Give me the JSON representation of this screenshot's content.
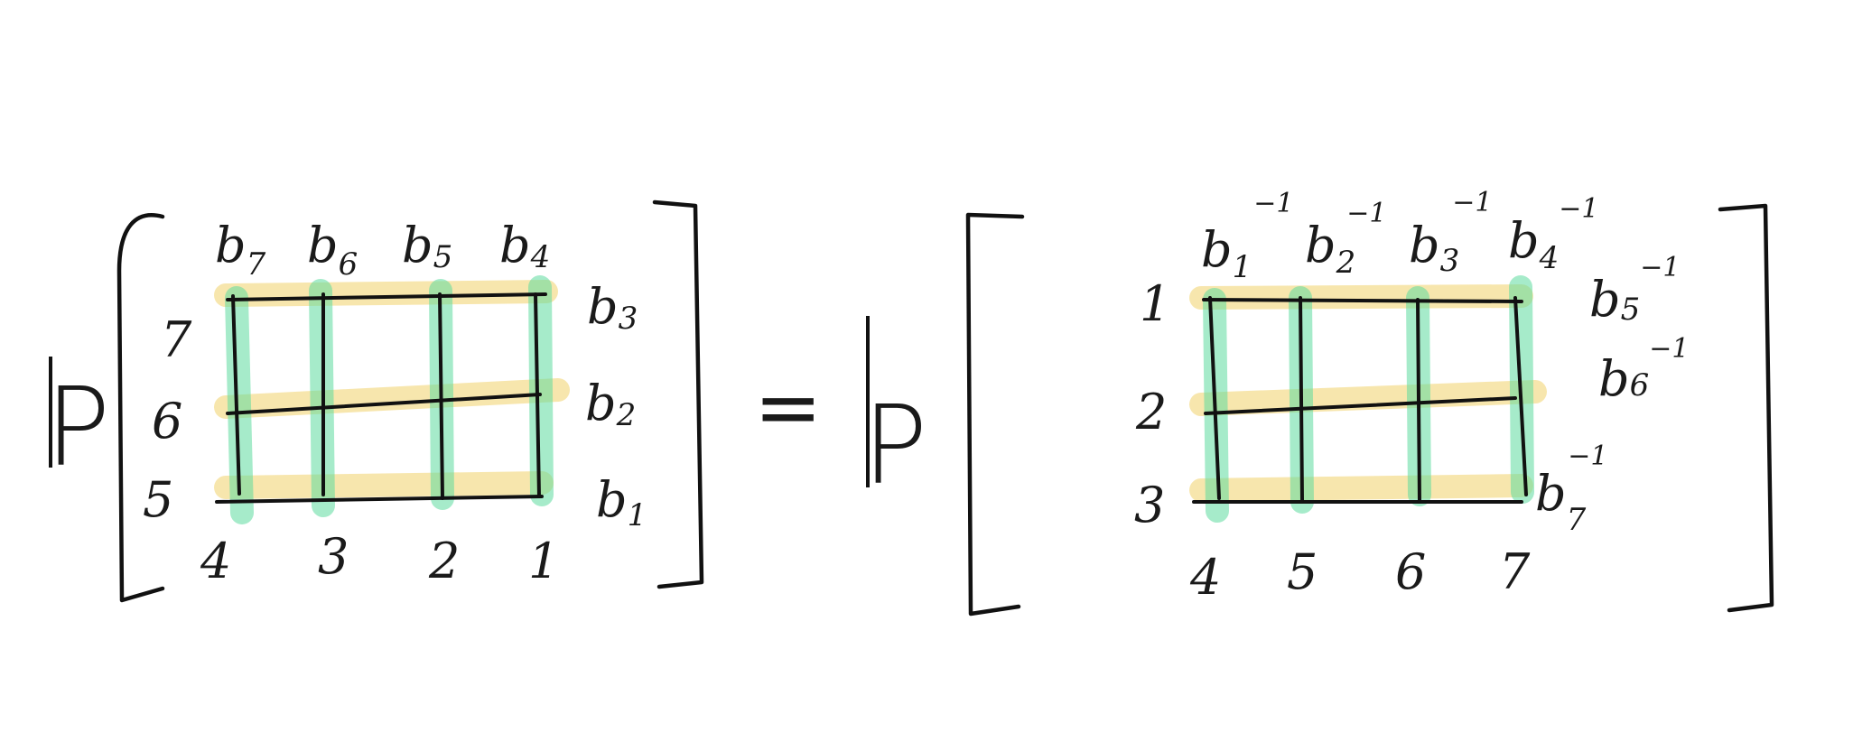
{
  "colors": {
    "ink": "#111111",
    "row_highlight": "#f2d36b",
    "column_highlight": "#5fdca0",
    "background": "#ffffff"
  },
  "equation": {
    "left": {
      "operator": "P",
      "top_labels": [
        {
          "base": "b",
          "sub": "7",
          "sup": ""
        },
        {
          "base": "b",
          "sub": "6",
          "sup": ""
        },
        {
          "base": "b",
          "sub": "5",
          "sup": ""
        },
        {
          "base": "b",
          "sub": "4",
          "sup": ""
        }
      ],
      "right_labels": [
        {
          "base": "b",
          "sub": "3",
          "sup": ""
        },
        {
          "base": "b",
          "sub": "2",
          "sup": ""
        },
        {
          "base": "b",
          "sub": "1",
          "sup": ""
        }
      ],
      "row_labels": [
        "7",
        "6",
        "5"
      ],
      "column_labels": [
        "4",
        "3",
        "2",
        "1"
      ]
    },
    "equals": "=",
    "right": {
      "operator": "P",
      "top_labels": [
        {
          "base": "b",
          "sub": "1",
          "sup": "−1"
        },
        {
          "base": "b",
          "sub": "2",
          "sup": "−1"
        },
        {
          "base": "b",
          "sub": "3",
          "sup": "−1"
        },
        {
          "base": "b",
          "sub": "4",
          "sup": "−1"
        }
      ],
      "right_labels": [
        {
          "base": "b",
          "sub": "5",
          "sup": "−1"
        },
        {
          "base": "b",
          "sub": "6",
          "sup": "−1"
        },
        {
          "base": "b",
          "sub": "7",
          "sup": "−1"
        }
      ],
      "row_labels": [
        "1",
        "2",
        "3"
      ],
      "column_labels": [
        "4",
        "5",
        "6",
        "7"
      ]
    }
  }
}
